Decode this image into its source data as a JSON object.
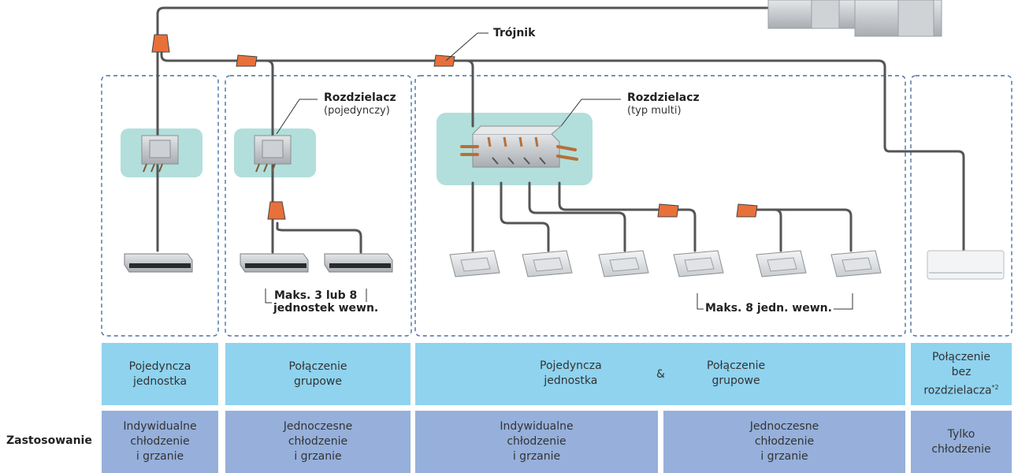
{
  "labels": {
    "trojnik": "Trójnik",
    "rozdzielacz_single": "Rozdzielacz",
    "rozdzielacz_single_sub": "(pojedynczy)",
    "rozdzielacz_multi": "Rozdzielacz",
    "rozdzielacz_multi_sub": "(typ multi)",
    "max_group_line1": "Maks. 3 lub 8",
    "max_group_line2": "jednostek wewn.",
    "max_multi": "Maks. 8 jedn. wewn."
  },
  "connection_row": {
    "single": "Pojedyncza\njednostka",
    "group": "Połączenie\ngrupowe",
    "multi_left": "Pojedyncza\njednostka",
    "ampersand": "&",
    "multi_right": "Połączenie\ngrupowe",
    "no_distributor": "Połączenie\nbez\nrozdzielacza",
    "no_distributor_note": "*2"
  },
  "application_row": {
    "row_label": "Zastosowanie",
    "cells": [
      "Indywidualne\nchłodzenie\ni grzanie",
      "Jednoczesne\nchłodzenie\ni grzanie",
      "Indywidualne\nchłodzenie\ni grzanie",
      "Jednoczesne\nchłodzenie\ni grzanie",
      "Tylko\nchłodzenie"
    ]
  },
  "colors": {
    "pipe": "#555555",
    "connector": "#e8703a",
    "dashed_border": "#4a6fa5",
    "distributor_bg": "#b2dfdb",
    "connection_cell": "#8fd3ef",
    "application_cell": "#96b0db"
  },
  "icons": [
    "outdoor-unit-icon",
    "distributor-box-icon",
    "multi-distributor-icon",
    "ducted-unit-icon",
    "cassette-unit-icon",
    "wall-unit-icon"
  ]
}
